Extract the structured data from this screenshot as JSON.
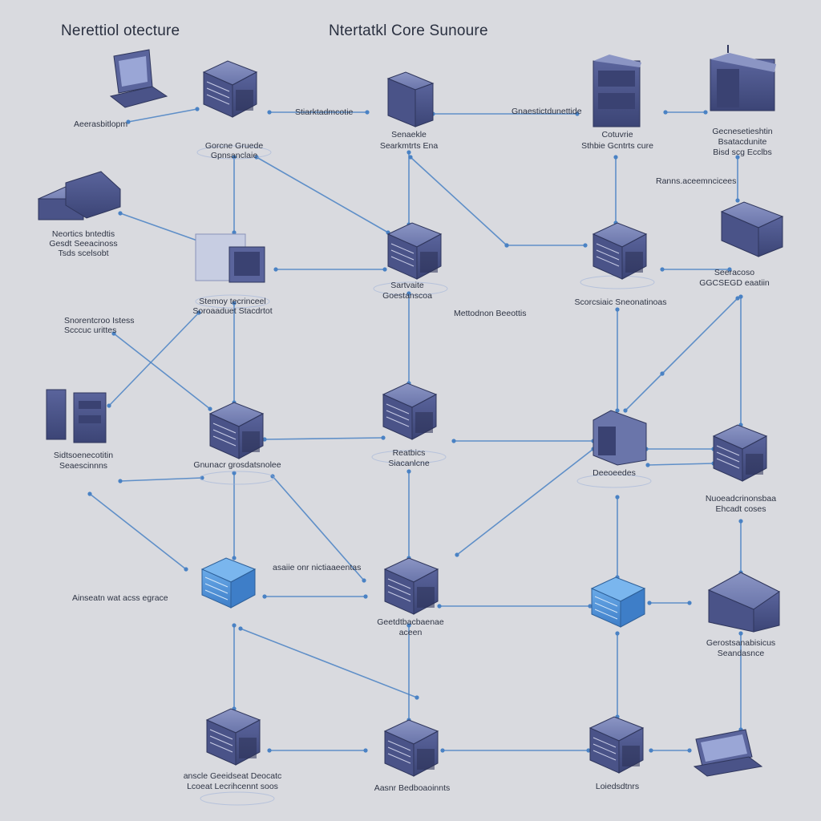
{
  "titles": {
    "left": "Nerettiol otecture",
    "center": "Ntertatkl Core Sunoure"
  },
  "labels": {
    "l1": "Aeerasbitlopm",
    "l2a": "Gorcne Gruede",
    "l2b": "Gpnsanclaie",
    "l3a": "Stiarktadmcotie",
    "l4a": "Senaekle",
    "l4b": "Searkmtrts Ena",
    "l5": "Gnaestictdunettide",
    "l6a": "Cotuvrie",
    "l6b": "Sthbie Gcntrts cure",
    "l7a": "Gecnesetieshtin",
    "l7b": "Bsatacdunite",
    "l7c": "Bisd scg Ecclbs",
    "l8": "Ranns.aceemncicees",
    "l9a": "Neortics bntedtis",
    "l9b": "Gesdt Seeacinoss",
    "l9c": "Tsds scelsobt",
    "l10a": "Stemoy tecrinceel",
    "l10b": "Soroaaduet Stacdrtot",
    "l11a": "Sartvaite",
    "l11b": "Goestanscoa",
    "l12a": "Seeracoso",
    "l12b": "GGCSEGD eaatiin",
    "l13": "Scorcsiaic Sneonatinoas",
    "l14": "Mettodnon Beeottis",
    "l15a": "Snorentcroo Istess",
    "l15b": "Scccuc urittes",
    "l15c": "Sidtsoenecotitin",
    "l15d": "Seaescinnns",
    "l16": "Gnunacr grosdatsnolee",
    "l17": "Reatbics",
    "l18a": "Siacanlcne",
    "l18b": "Deeoeedes",
    "l19a": "Nuoeadcrinonsbaa",
    "l19b": "Ehcadt coses",
    "l20": "asaiie onr nictiaaeentas",
    "l21": "Ainseatn wat acss egrace",
    "l22a": "Geetdtbacbaenae",
    "l22b": "aceen",
    "l23a": "Gerostsanabisicus",
    "l23b": "Seandasnce",
    "l24a": "anscle Geeidseat Deocatc",
    "l24b": "Lcoeat Lecrihcennt soos",
    "l25": "Aasnr Bedboaoinnts",
    "l26": "Loiedsdtnrs"
  },
  "colors": {
    "background": "#d9dadf",
    "line": "#4a82c4",
    "device_body": "#56619a",
    "device_dark": "#3d4675",
    "device_light": "#7d88b8",
    "device_blue": "#4a8fd6",
    "text": "#2e3444"
  },
  "devices": [
    {
      "name": "laptop-icon",
      "kind": "laptop"
    },
    {
      "name": "server-icon",
      "kind": "server"
    },
    {
      "name": "tower-icon",
      "kind": "tower"
    },
    {
      "name": "server-rack-icon",
      "kind": "rack"
    },
    {
      "name": "router-icon",
      "kind": "router"
    },
    {
      "name": "switch-icon",
      "kind": "switch"
    },
    {
      "name": "firewall-icon",
      "kind": "firewall"
    },
    {
      "name": "storage-icon",
      "kind": "storage"
    },
    {
      "name": "workstation-icon",
      "kind": "workstation"
    }
  ]
}
